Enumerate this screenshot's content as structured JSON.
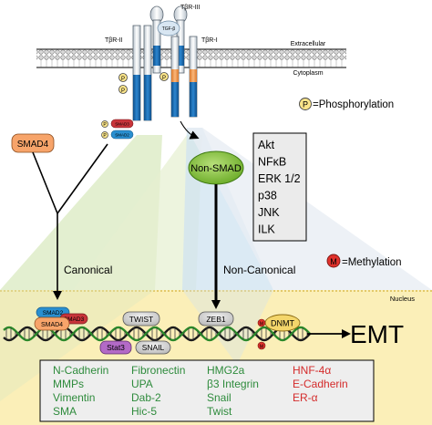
{
  "receptors": {
    "tbr3": "TβR-III",
    "tbr2": "TβR-II",
    "tbr1": "TβR-I",
    "ligand": "TGF-β"
  },
  "membrane": {
    "extracellular": "Extracellular",
    "cytoplasm": "Cytoplasm"
  },
  "phospho": {
    "symbol": "P",
    "legend": "=Phosphorylation"
  },
  "methyl": {
    "symbol": "M",
    "legend": "=Methylation"
  },
  "smads": {
    "smad4": "SMAD4",
    "smad2": "SMAD2",
    "smad3": "SMAD3"
  },
  "pathways": {
    "canonical": "Canonical",
    "non_canonical": "Non-Canonical",
    "non_smad": "Non-SMAD",
    "nucleus": "Nucleus"
  },
  "kinases": [
    "Akt",
    "NFκB",
    "ERK 1/2",
    "p38",
    "JNK",
    "ILK"
  ],
  "transcription_factors": {
    "twist": "TWIST",
    "zeb1": "ZEB1",
    "stat3": "Stat3",
    "snail": "SNAIL",
    "dnmt": "DNMT"
  },
  "outcome": "EMT",
  "genes": {
    "col1": [
      "N-Cadherin",
      "MMPs",
      "Vimentin",
      "SMA"
    ],
    "col2": [
      "Fibronectin",
      "UPA",
      "Dab-2",
      "Hic-5"
    ],
    "col3": [
      "HMG2a",
      "β3 Integrin",
      "Snail",
      "Twist"
    ],
    "col4": [
      "HNF-4α",
      "E-Cadherin",
      "ER-α"
    ]
  },
  "colors": {
    "upregulated": "#2e8b3c",
    "downregulated": "#d42b2b",
    "receptor_blue": "#1f6fb4",
    "receptor_orange": "#f29a4a",
    "smad4": "#f7a46a",
    "non_smad": "#8cc63f",
    "nucleus": "#fbefb8",
    "dnmt": "#f4d66b",
    "methyl": "#e0312b"
  }
}
